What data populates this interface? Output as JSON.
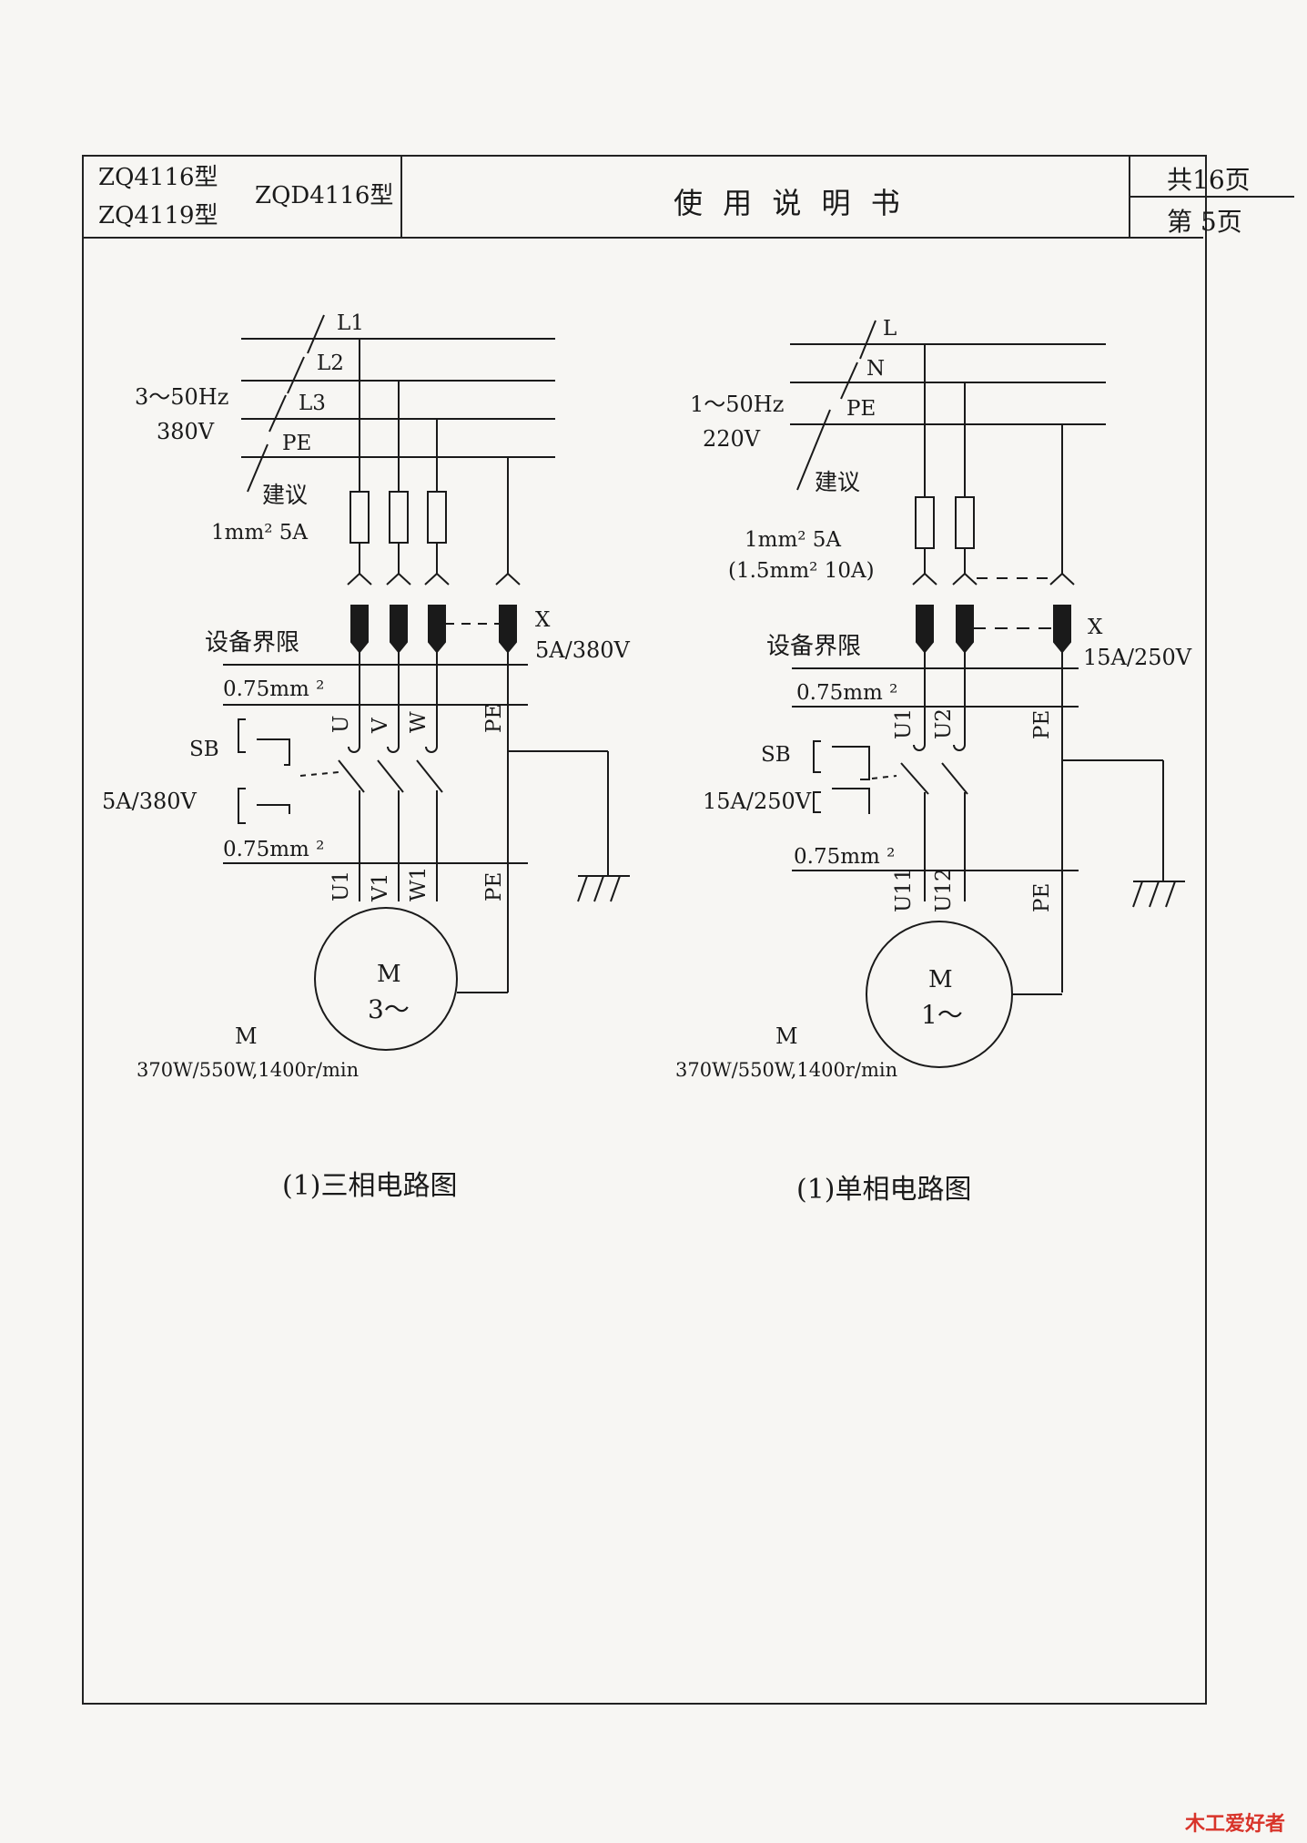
{
  "header": {
    "model_a": "ZQ4116型",
    "model_b": "ZQ4119型",
    "model_c": "ZQD4116型",
    "doc_title": "使 用 说 明 书",
    "total_pages": "共16页",
    "page_no": "第 5页"
  },
  "three_phase": {
    "L1": "L1",
    "L2": "L2",
    "L3": "L3",
    "PE": "PE",
    "supply": "3～50Hz",
    "voltage": "380V",
    "recommend": "建议",
    "wire_fuse": "1mm² 5A",
    "boundary": "设备界限",
    "X": "X",
    "plug_rating": "5A/380V",
    "wire1": "0.75mm ²",
    "wire2": "0.75mm ²",
    "SB": "SB",
    "switch_rating": "5A/380V",
    "U": "U",
    "V": "V",
    "W": "W",
    "PE_term": "PE",
    "U1": "U1",
    "V1": "V1",
    "W1": "W1",
    "PE_motor": "PE",
    "motor_M": "M",
    "motor_phase": "3～",
    "motor_label": "M",
    "motor_spec": "370W/550W,1400r/min",
    "caption": "(1)三相电路图"
  },
  "single_phase": {
    "L": "L",
    "N": "N",
    "PE": "PE",
    "supply": "1～50Hz",
    "voltage": "220V",
    "recommend": "建议",
    "wire_fuse": "1mm² 5A",
    "wire_fuse_alt": "(1.5mm² 10A)",
    "boundary": "设备界限",
    "X": "X",
    "plug_rating": "15A/250V",
    "wire1": "0.75mm ²",
    "wire2": "0.75mm ²",
    "SB": "SB",
    "switch_rating": "15A/250V",
    "U1": "U1",
    "U2": "U2",
    "PE_term": "PE",
    "U11": "U11",
    "U12": "U12",
    "PE_motor": "PE",
    "motor_M": "M",
    "motor_phase": "1～",
    "motor_label": "M",
    "motor_spec": "370W/550W,1400r/min",
    "caption": "(1)单相电路图"
  },
  "watermark": "木工爱好者"
}
